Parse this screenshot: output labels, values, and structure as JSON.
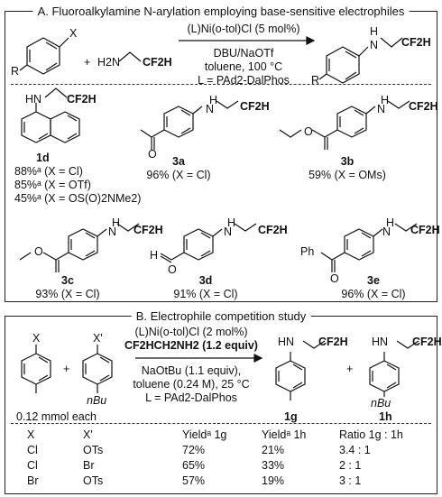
{
  "panelA": {
    "title": "A. Fluoroalkylamine N-arylation employing base-sensitive electrophiles",
    "conditions": [
      "(L)Ni(o-tol)Cl (5 mol%)",
      "DBU/NaOTf",
      "toluene, 100 °C",
      "L = PAd2-DalPhos"
    ],
    "reagent_plus": "+",
    "reactant_labels": {
      "X": "X",
      "R": "R",
      "H2N": "H2N",
      "CF2H": "CF2H",
      "product_R": "R",
      "product_NH": "N",
      "product_H": "H",
      "product_CF2H": "CF2H"
    },
    "compounds": [
      {
        "id": "1d",
        "yields": [
          "88%ᵃ (X = Cl)",
          "85%ᵃ (X = OTf)",
          "45%ᵃ (X = OS(O)2NMe2)"
        ]
      },
      {
        "id": "3a",
        "yields": [
          "96% (X = Cl)"
        ]
      },
      {
        "id": "3b",
        "yields": [
          "59% (X = OMs)"
        ]
      },
      {
        "id": "3c",
        "yields": [
          "93% (X = Cl)"
        ]
      },
      {
        "id": "3d",
        "yields": [
          "91% (X = Cl)"
        ]
      },
      {
        "id": "3e",
        "yields": [
          "96% (X = Cl)"
        ]
      }
    ],
    "atom_labels": {
      "HN": "HN",
      "H": "H",
      "N": "N",
      "CF2H": "CF2H",
      "O": "O",
      "Ph": "Ph"
    }
  },
  "panelB": {
    "title": "B. Electrophile competition study",
    "conditions": [
      "(L)Ni(o-tol)Cl (2 mol%)",
      "CF2HCH2NH2 (1.2 equiv)",
      "NaOtBu (1.1 equiv),",
      "toluene (0.24 M), 25 °C",
      "L = PAd2-DalPhos"
    ],
    "amount": "0.12 mmol each",
    "labels": {
      "X": "X",
      "Xp": "X'",
      "nBu": "nBu",
      "plus": "+",
      "HN": "HN",
      "CF2H": "CF2H"
    },
    "products": [
      "1g",
      "1h"
    ],
    "table": {
      "headers": [
        "X",
        "X'",
        "Yieldᵃ 1g",
        "Yieldᵃ 1h",
        "Ratio 1g : 1h"
      ],
      "rows": [
        [
          "Cl",
          "OTs",
          "72%",
          "21%",
          "3.4 : 1"
        ],
        [
          "Cl",
          "Br",
          "65%",
          "33%",
          "2 : 1"
        ],
        [
          "Br",
          "OTs",
          "57%",
          "19%",
          "3 : 1"
        ]
      ]
    }
  }
}
